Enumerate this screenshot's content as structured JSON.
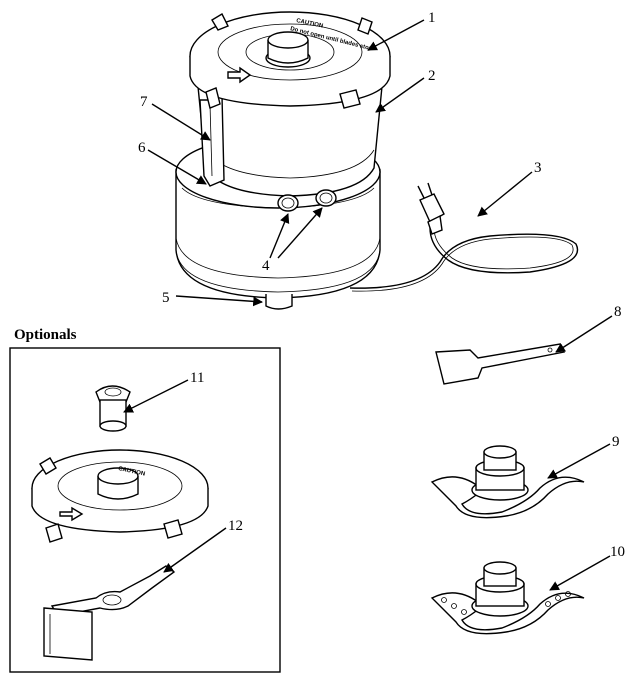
{
  "optionals_heading": "Optionals",
  "lid_text": {
    "caution": "CAUTION",
    "warning": "Do not open until blades stop"
  },
  "callouts": [
    {
      "id": "1",
      "label": "1"
    },
    {
      "id": "2",
      "label": "2"
    },
    {
      "id": "3",
      "label": "3"
    },
    {
      "id": "4",
      "label": "4"
    },
    {
      "id": "5",
      "label": "5"
    },
    {
      "id": "6",
      "label": "6"
    },
    {
      "id": "7",
      "label": "7"
    },
    {
      "id": "8",
      "label": "8"
    },
    {
      "id": "9",
      "label": "9"
    },
    {
      "id": "10",
      "label": "10"
    },
    {
      "id": "11",
      "label": "11"
    },
    {
      "id": "12",
      "label": "12"
    }
  ]
}
